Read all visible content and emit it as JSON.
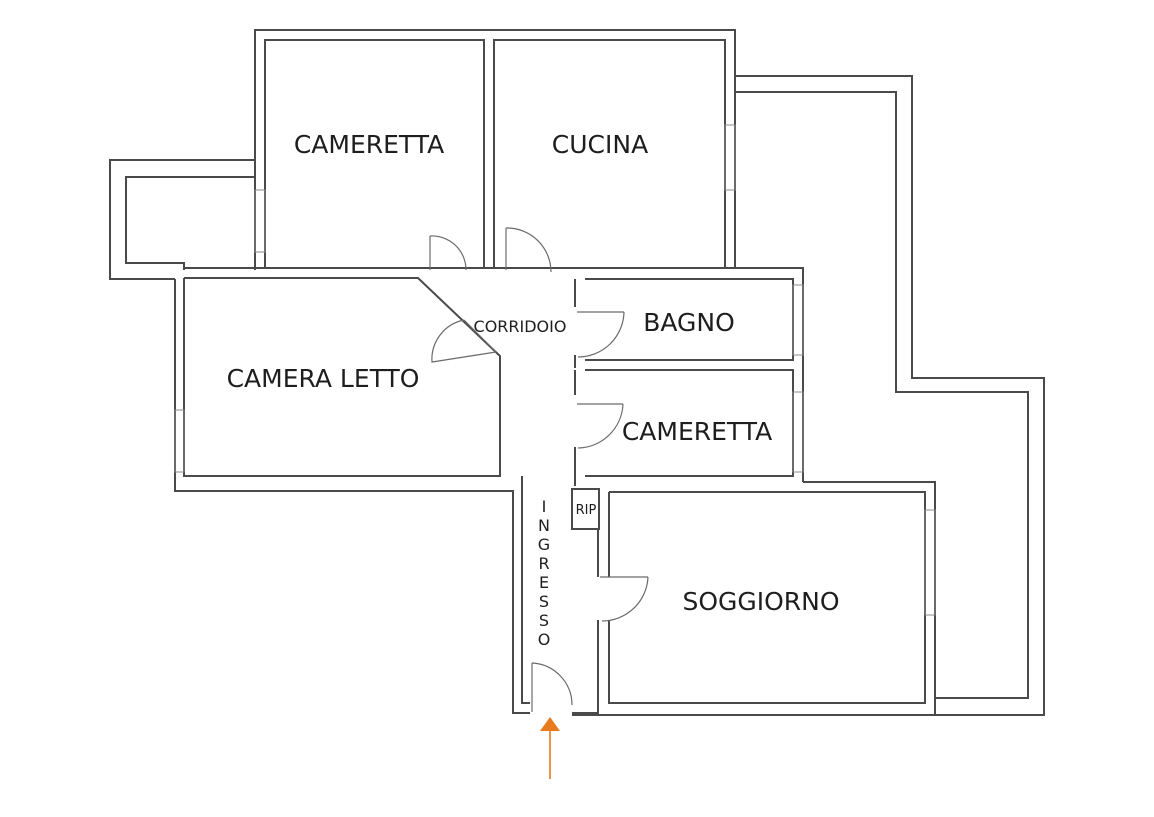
{
  "rooms": {
    "cameretta_top": "CAMERETTA",
    "cucina": "CUCINA",
    "corridoio": "CORRIDOIO",
    "bagno": "BAGNO",
    "camera_letto": "CAMERA LETTO",
    "cameretta_mid": "CAMERETTA",
    "rip": "RIP",
    "ingresso": [
      "I",
      "N",
      "G",
      "R",
      "E",
      "S",
      "S",
      "O"
    ],
    "soggiorno": "SOGGIORNO"
  },
  "colors": {
    "walls": "#4a4a4a",
    "entrance_arrow": "#e87a1e"
  }
}
